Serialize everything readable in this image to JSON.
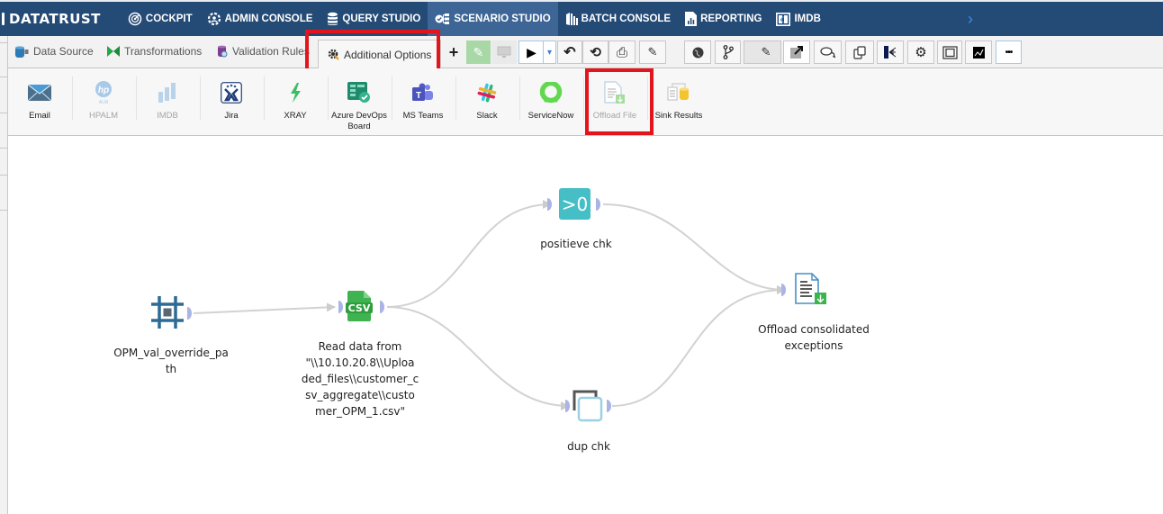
{
  "topnav": {
    "brand": "DATATRUST",
    "items": [
      {
        "label": "COCKPIT",
        "icon": "radar-icon"
      },
      {
        "label": "ADMIN CONSOLE",
        "icon": "gear-user-icon"
      },
      {
        "label": "QUERY STUDIO",
        "icon": "database-icon"
      },
      {
        "label": "SCENARIO STUDIO",
        "icon": "workflow-icon",
        "active": true
      },
      {
        "label": "BATCH CONSOLE",
        "icon": "batch-icon"
      },
      {
        "label": "REPORTING",
        "icon": "report-icon"
      },
      {
        "label": "IMDB",
        "icon": "columns-icon"
      }
    ],
    "scroll_left": "‹",
    "scroll_right": "›"
  },
  "tabs": [
    {
      "label": "Data Source",
      "icon": "database-plug-icon"
    },
    {
      "label": "Transformations",
      "icon": "bowtie-icon"
    },
    {
      "label": "Validation Rules",
      "icon": "db-gear-icon"
    },
    {
      "label": "Additional Options",
      "icon": "gear-wrench-icon",
      "active": true
    }
  ],
  "toolbar": {
    "buttons": [
      {
        "name": "add",
        "glyph": "+"
      },
      {
        "name": "edit-green",
        "glyph": "✎"
      },
      {
        "name": "monitor",
        "glyph": "▭"
      },
      {
        "name": "run",
        "glyph": "▶"
      },
      {
        "name": "run-dropdown",
        "glyph": "▾"
      },
      {
        "name": "undo",
        "glyph": "↶"
      },
      {
        "name": "history",
        "glyph": "⟲"
      },
      {
        "name": "deploy",
        "glyph": "⎙"
      },
      {
        "name": "edit",
        "glyph": "✎"
      },
      {
        "name": "globe",
        "glyph": "●"
      },
      {
        "name": "branch",
        "glyph": "⑂"
      },
      {
        "name": "edit-pressed",
        "glyph": "✎"
      },
      {
        "name": "export",
        "glyph": "➚"
      },
      {
        "name": "comments",
        "glyph": "💬"
      },
      {
        "name": "copy",
        "glyph": "⧉"
      },
      {
        "name": "lineage",
        "glyph": "⋲"
      },
      {
        "name": "settings",
        "glyph": "⚙"
      },
      {
        "name": "fit",
        "glyph": "▣"
      },
      {
        "name": "chart",
        "glyph": "⁂"
      },
      {
        "name": "more",
        "glyph": "•••"
      }
    ]
  },
  "ribbon": {
    "items": [
      {
        "label": "Email",
        "icon": "envelope-icon",
        "disabled": false
      },
      {
        "label": "HPALM",
        "icon": "hp-alm-icon",
        "disabled": true
      },
      {
        "label": "IMDB",
        "icon": "bars-icon",
        "disabled": true
      },
      {
        "label": "Jira",
        "icon": "jira-icon",
        "disabled": false
      },
      {
        "label": "XRAY",
        "icon": "lightning-icon",
        "disabled": false
      },
      {
        "label": "Azure DevOps Board",
        "label_line1": "Azure DevOps",
        "label_line2": "Board",
        "icon": "azure-board-icon",
        "disabled": false
      },
      {
        "label": "MS Teams",
        "icon": "teams-icon",
        "disabled": false
      },
      {
        "label": "Slack",
        "icon": "slack-icon",
        "disabled": false
      },
      {
        "label": "ServiceNow",
        "icon": "servicenow-icon",
        "disabled": false
      },
      {
        "label": "Offload File",
        "icon": "offload-file-icon",
        "disabled": true
      },
      {
        "label": "Sink Results",
        "icon": "sink-results-icon",
        "disabled": false
      }
    ]
  },
  "canvas": {
    "nodes": [
      {
        "id": "n1",
        "label_lines": [
          "OPM_val_override_pa",
          "th"
        ],
        "icon": "frame-icon"
      },
      {
        "id": "n2",
        "label_lines": [
          "Read data from",
          "\"\\\\10.10.20.8\\\\Uploa",
          "ded_files\\\\customer_c",
          "sv_aggregate\\\\custo",
          "mer_OPM_1.csv\""
        ],
        "icon": "csv-file-icon",
        "icon_text": "CSV"
      },
      {
        "id": "n3",
        "label_lines": [
          "positieve chk"
        ],
        "icon": "greater-than-zero-icon",
        "icon_text": ">0"
      },
      {
        "id": "n4",
        "label_lines": [
          "dup chk"
        ],
        "icon": "duplicate-icon"
      },
      {
        "id": "n5",
        "label_lines": [
          "Offload consolidated",
          "exceptions"
        ],
        "icon": "offload-file-icon"
      }
    ],
    "edges": [
      {
        "from": "n1",
        "to": "n2"
      },
      {
        "from": "n2",
        "to": "n3"
      },
      {
        "from": "n2",
        "to": "n4"
      },
      {
        "from": "n3",
        "to": "n5"
      },
      {
        "from": "n4",
        "to": "n5"
      }
    ]
  },
  "colors": {
    "nav_bg": "#244a76",
    "nav_active": "#3d6595",
    "highlight_red": "#e3141b",
    "edge_gray": "#cccccc",
    "port_purple": "#aab4e6",
    "teal": "#45bec5",
    "csv_green": "#3fb34f"
  }
}
